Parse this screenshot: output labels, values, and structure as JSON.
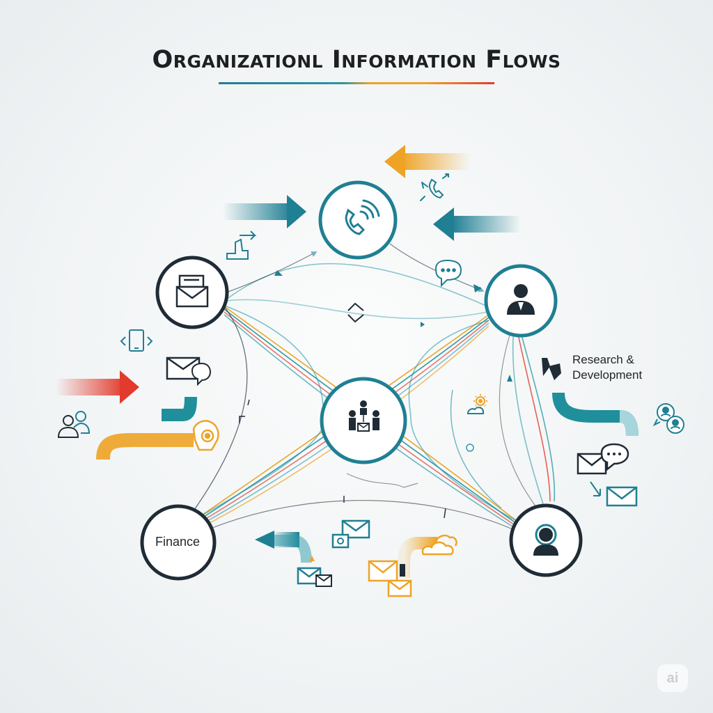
{
  "title": "Organizationl Information Flows",
  "nodes": {
    "research_development": {
      "label_line1": "Research &",
      "label_line2": "Development"
    },
    "finance": {
      "label": "Finance"
    }
  },
  "watermark": "ai",
  "colors": {
    "teal": "#1f7f93",
    "teal_light": "#2c9aa8",
    "orange": "#eea325",
    "red": "#e23a2c",
    "dark": "#1f2b35"
  },
  "icons": [
    "phone-signal-icon",
    "envelope-icon",
    "person-icon",
    "team-meeting-icon",
    "headset-person-icon",
    "chat-bubble-icon",
    "smartphone-icon",
    "people-icon",
    "gear-icon",
    "cloud-icon",
    "hand-arrow-icon"
  ]
}
